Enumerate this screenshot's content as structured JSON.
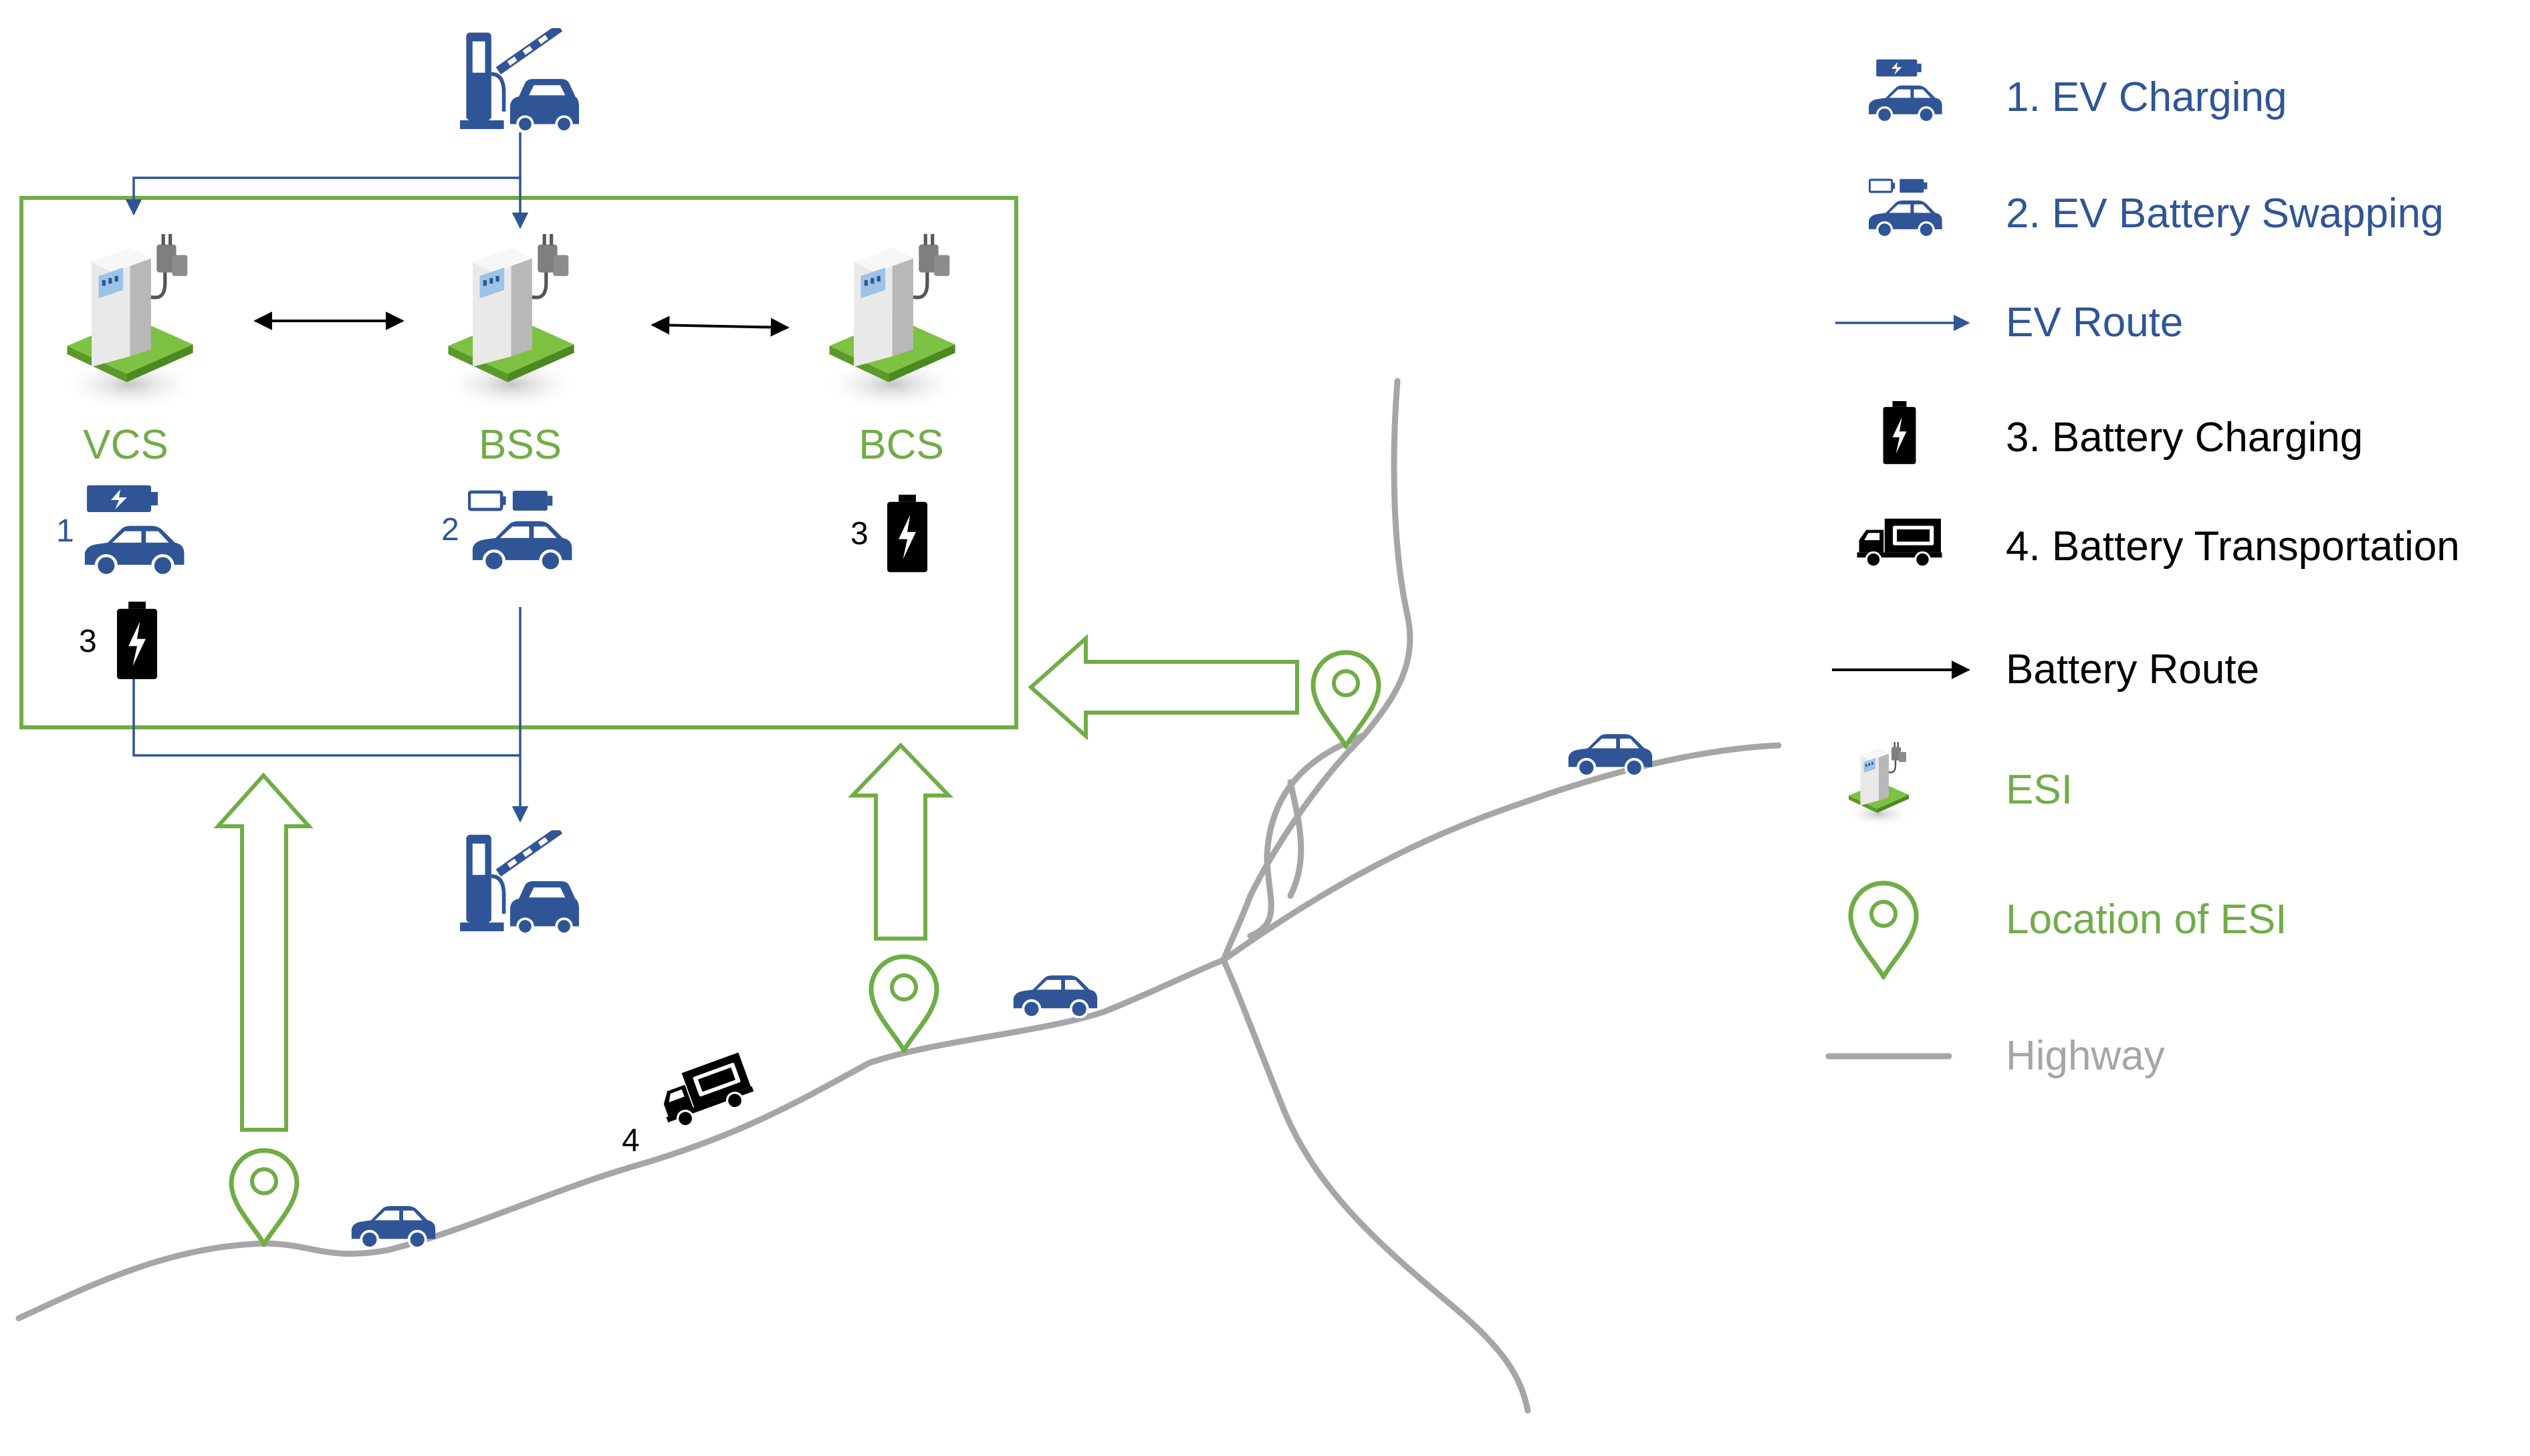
{
  "stations": [
    {
      "label": "VCS"
    },
    {
      "label": "BSS"
    },
    {
      "label": "BCS"
    }
  ],
  "markers": {
    "vcs_ev": "1",
    "vcs_battery": "3",
    "bss_swap": "2",
    "bcs_battery": "3",
    "truck": "4"
  },
  "legend": [
    {
      "icon": "ev-charging-icon",
      "label": "1. EV Charging"
    },
    {
      "icon": "ev-battery-swapping-icon",
      "label": "2. EV Battery Swapping"
    },
    {
      "icon": "ev-route-arrow-icon",
      "label": "EV Route"
    },
    {
      "icon": "battery-charging-icon",
      "label": "3. Battery Charging"
    },
    {
      "icon": "battery-truck-icon",
      "label": "4. Battery Transportation"
    },
    {
      "icon": "battery-route-arrow-icon",
      "label": "Battery Route"
    },
    {
      "icon": "esi-station-icon",
      "label": "ESI"
    },
    {
      "icon": "location-pin-icon",
      "label": "Location of ESI"
    },
    {
      "icon": "highway-line-icon",
      "label": "Highway"
    }
  ],
  "colors": {
    "blue": "#2f5597",
    "green": "#70ad47",
    "gray": "#a6a6a6",
    "black": "#000000"
  }
}
